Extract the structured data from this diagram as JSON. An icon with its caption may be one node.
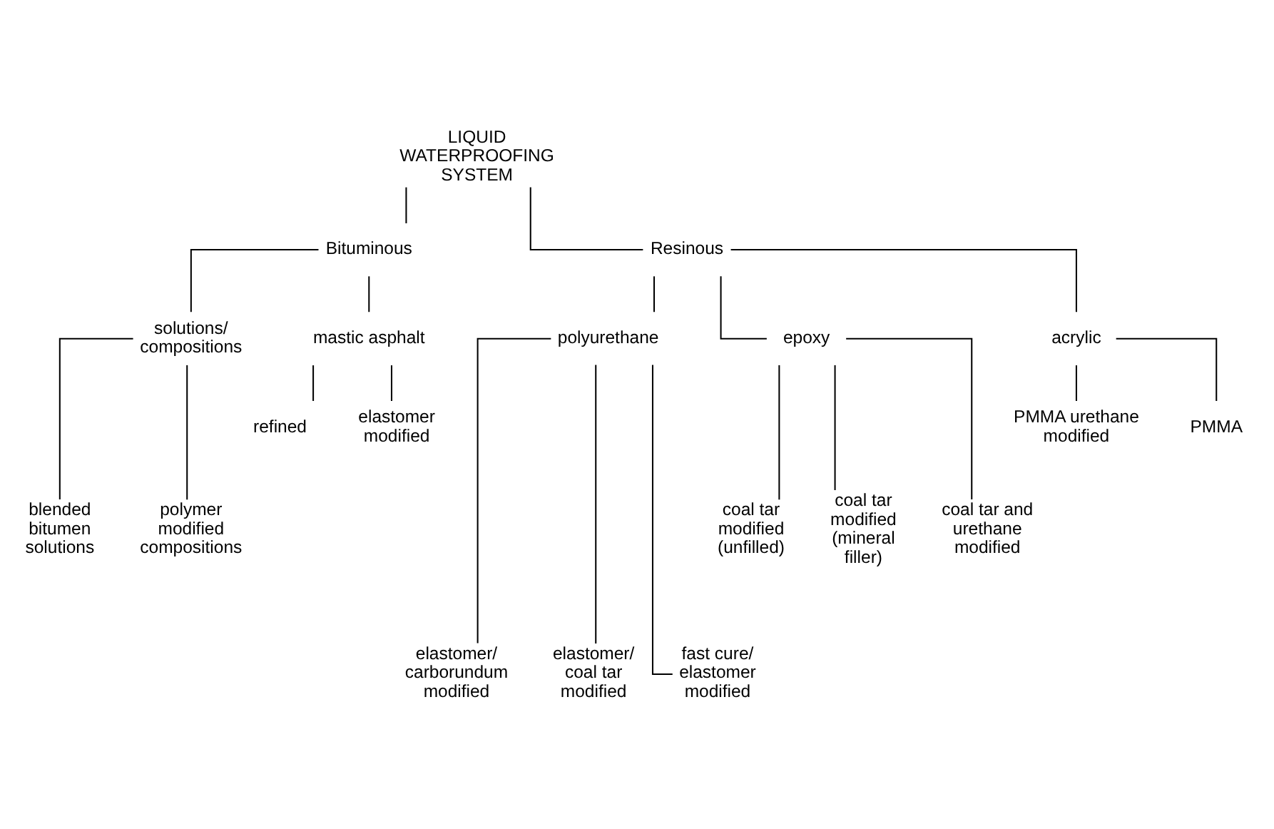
{
  "diagram": {
    "nodes": [
      {
        "text": [
          "LIQUID WATERPROOFING SYSTEM"
        ]
      },
      {
        "text": [
          "Bituminous"
        ]
      },
      {
        "text": [
          "Resinous"
        ]
      },
      {
        "text": [
          "solutions/ compositions"
        ]
      },
      {
        "text": [
          "mastic asphalt"
        ]
      },
      {
        "text": [
          "polyurethane"
        ]
      },
      {
        "text": [
          "epoxy"
        ]
      },
      {
        "text": [
          "acrylic"
        ]
      },
      {
        "text": [
          "refined"
        ]
      },
      {
        "text": [
          "elastomer modified"
        ]
      },
      {
        "text": [
          "PMMA urethane modified"
        ]
      },
      {
        "text": [
          "PMMA"
        ]
      },
      {
        "text": [
          "blended bitumen solutions"
        ]
      },
      {
        "text": [
          "polymer modified compositions"
        ]
      },
      {
        "text": [
          "coal tar modified (unfilled)"
        ]
      },
      {
        "text": [
          "coal tar modified (mineral filler)"
        ]
      },
      {
        "text": [
          "coal tar and urethane modified"
        ]
      },
      {
        "text": [
          "elastomer/ carborundum modified"
        ]
      },
      {
        "text": [
          "elastomer/ coal tar modified"
        ]
      },
      {
        "text": [
          "fast cure/ elastomer modified"
        ]
      }
    ],
    "edges": [
      {
        "from": 0,
        "to": 1,
        "arrow": "none"
      },
      {
        "from": 0,
        "to": 2,
        "arrow": "none"
      },
      {
        "from": 1,
        "to": 3,
        "arrow": "none"
      },
      {
        "from": 1,
        "to": 4,
        "arrow": "none"
      },
      {
        "from": 2,
        "to": 5,
        "arrow": "none"
      },
      {
        "from": 2,
        "to": 6,
        "arrow": "none"
      },
      {
        "from": 2,
        "to": 7,
        "arrow": "none"
      },
      {
        "from": 4,
        "to": 8,
        "arrow": "none"
      },
      {
        "from": 4,
        "to": 9,
        "arrow": "none"
      },
      {
        "from": 7,
        "to": 10,
        "arrow": "none"
      },
      {
        "from": 7,
        "to": 11,
        "arrow": "none"
      },
      {
        "from": 3,
        "to": 12,
        "arrow": "none"
      },
      {
        "from": 3,
        "to": 13,
        "arrow": "none"
      },
      {
        "from": 6,
        "to": 14,
        "arrow": "none"
      },
      {
        "from": 6,
        "to": 15,
        "arrow": "none"
      },
      {
        "from": 6,
        "to": 16,
        "arrow": "none"
      },
      {
        "from": 5,
        "to": 17,
        "arrow": "none"
      },
      {
        "from": 5,
        "to": 18,
        "arrow": "none"
      },
      {
        "from": 5,
        "to": 19,
        "arrow": "none"
      }
    ]
  }
}
